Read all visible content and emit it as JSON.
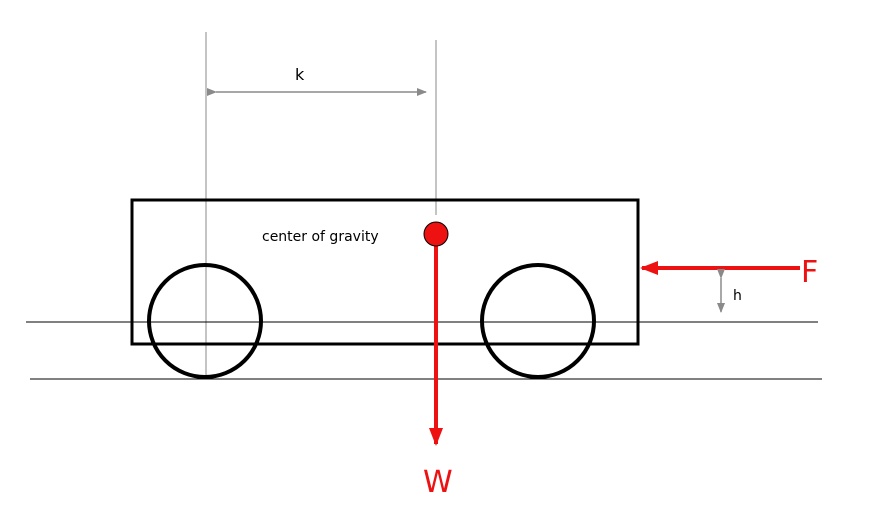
{
  "diagram": {
    "labels": {
      "k": "k",
      "h": "h",
      "center_of_gravity": "center of gravity",
      "force_f": "F",
      "weight_w": "W"
    },
    "colors": {
      "force": "#ee1111",
      "structure": "#000000",
      "dimension": "#8a8a8a",
      "background": "#ffffff"
    }
  }
}
